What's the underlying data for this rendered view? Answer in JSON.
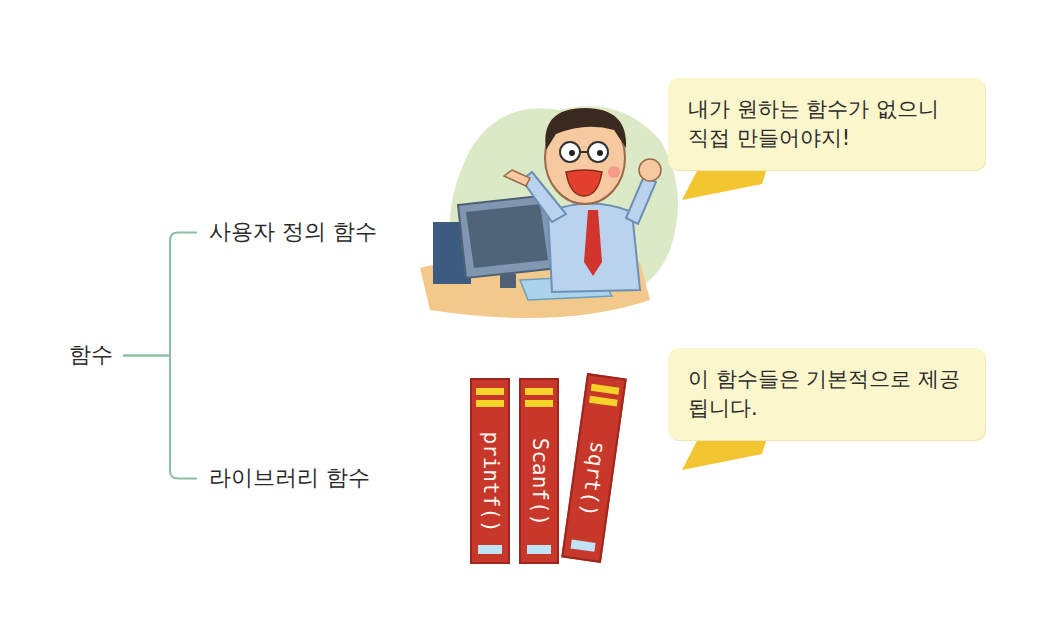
{
  "diagram": {
    "nodes": [
      {
        "text": [
          "함수"
        ]
      },
      {
        "text": [
          "사용자 정의 함수"
        ]
      },
      {
        "text": [
          "라이브러리 함수"
        ]
      },
      {
        "text": [
          "내가 원하는 함수가 없으니 직접 만들어야지!"
        ]
      },
      {
        "text": [
          "printf()"
        ]
      },
      {
        "text": [
          "Scanf()"
        ]
      },
      {
        "text": [
          "sqrt()"
        ]
      },
      {
        "text": [
          "이 함수들은 기본적으로 제공됩니다."
        ]
      }
    ],
    "edges": [
      {
        "from": 0,
        "to": 1,
        "arrow": "none"
      },
      {
        "from": 0,
        "to": 2,
        "arrow": "none"
      }
    ]
  }
}
